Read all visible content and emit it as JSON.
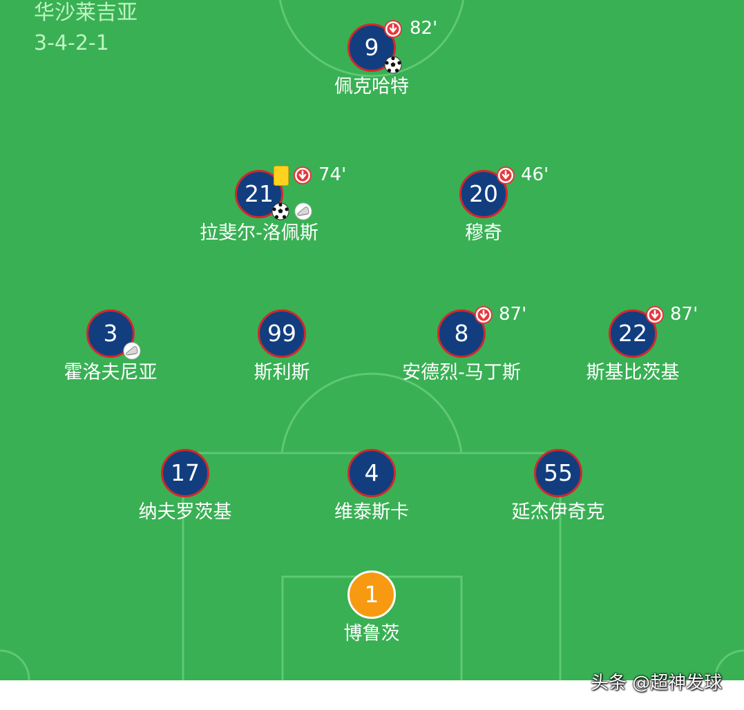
{
  "team": {
    "name": "华沙莱吉亚",
    "formation": "3-4-2-1"
  },
  "players": {
    "p9": {
      "number": "9",
      "name": "佩克哈特",
      "sub_minute": "82'"
    },
    "p21": {
      "number": "21",
      "name": "拉斐尔-洛佩斯",
      "sub_minute": "74'"
    },
    "p20": {
      "number": "20",
      "name": "穆奇",
      "sub_minute": "46'"
    },
    "p3": {
      "number": "3",
      "name": "霍洛夫尼亚"
    },
    "p99": {
      "number": "99",
      "name": "斯利斯"
    },
    "p8": {
      "number": "8",
      "name": "安德烈-马丁斯",
      "sub_minute": "87'"
    },
    "p22": {
      "number": "22",
      "name": "斯基比茨基",
      "sub_minute": "87'"
    },
    "p17": {
      "number": "17",
      "name": "纳夫罗茨基"
    },
    "p4": {
      "number": "4",
      "name": "维泰斯卡"
    },
    "p55": {
      "number": "55",
      "name": "延杰伊奇克"
    },
    "p1": {
      "number": "1",
      "name": "博鲁茨"
    }
  },
  "icons": {
    "substitution": "sub-off-icon",
    "goal": "soccer-ball-icon",
    "assist": "boot-icon",
    "booking": "yellow-card-icon"
  },
  "colors": {
    "pitch": "#39b054",
    "player_disc": "#123e80",
    "player_ring": "#d3272c",
    "goalkeeper": "#f79a12",
    "yellow_card": "#ffd21f"
  },
  "watermark": "头条 @超神发球"
}
